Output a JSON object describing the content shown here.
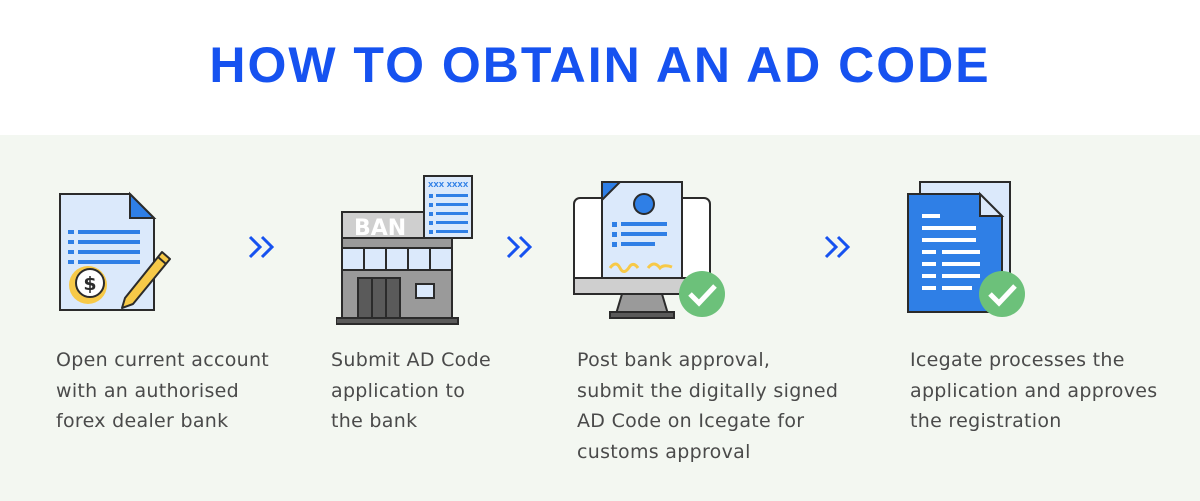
{
  "title": "HOW TO OBTAIN AN AD CODE",
  "colors": {
    "title_blue": "#1652f0",
    "icon_light_blue": "#dbe9fb",
    "icon_blue": "#2f7fe6",
    "outline": "#2b2b2b",
    "accent_yellow": "#f7c948",
    "check_green": "#6cc17a",
    "panel_bg": "#f3f7f1"
  },
  "steps": [
    {
      "icon": "document-pencil-dollar-icon",
      "text": "Open current account\nwith an authorised\nforex dealer bank"
    },
    {
      "icon": "bank-document-icon",
      "sign_text": "BAN",
      "form_header": "XXX XXXX",
      "text": "Submit AD Code\napplication to\nthe bank"
    },
    {
      "icon": "monitor-certificate-check-icon",
      "text": "Post bank approval,\nsubmit the digitally signed\nAD Code on Icegate for\ncustoms approval"
    },
    {
      "icon": "document-stack-check-icon",
      "text": "Icegate processes the\napplication and approves\nthe registration"
    }
  ],
  "arrow_icon": "double-chevron-right-icon"
}
